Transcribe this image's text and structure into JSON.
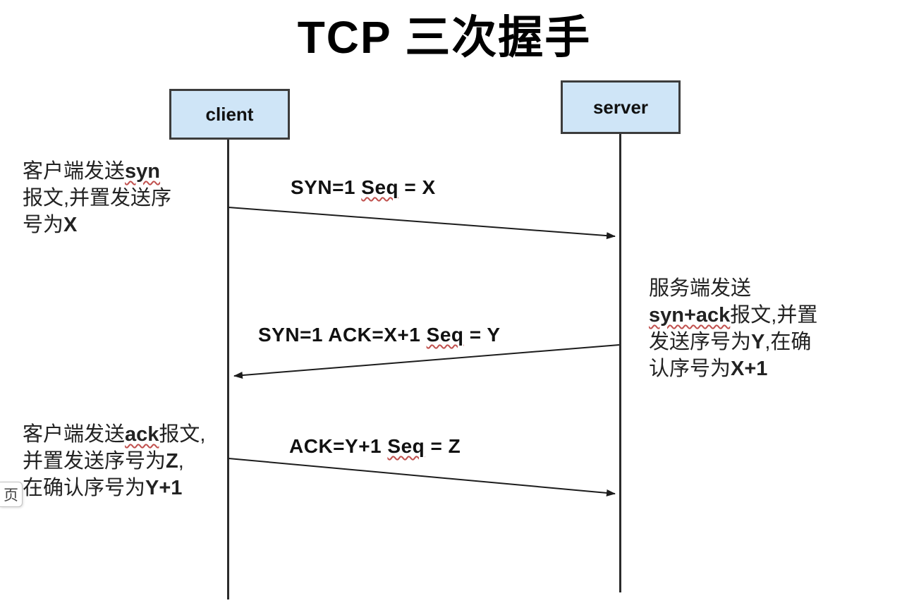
{
  "title": "TCP 三次握手",
  "colors": {
    "actor_fill": "#cfe5f7",
    "actor_border": "#3c3c3c",
    "line": "#1c1c1c",
    "squiggle": "#c0504d",
    "text": "#1a1a1a"
  },
  "actors": [
    {
      "id": "client",
      "label": "client"
    },
    {
      "id": "server",
      "label": "server"
    }
  ],
  "messages": [
    {
      "from": "client",
      "to": "server",
      "segments": [
        {
          "t": "SYN=1  "
        },
        {
          "t": "Seq",
          "sq": true
        },
        {
          "t": " = X"
        }
      ]
    },
    {
      "from": "server",
      "to": "client",
      "segments": [
        {
          "t": "SYN=1  ACK=X+1 "
        },
        {
          "t": "Seq",
          "sq": true
        },
        {
          "t": " = Y"
        }
      ]
    },
    {
      "from": "client",
      "to": "server",
      "segments": [
        {
          "t": "ACK=Y+1 "
        },
        {
          "t": "Seq",
          "sq": true
        },
        {
          "t": " = Z"
        }
      ]
    }
  ],
  "notes": [
    {
      "id": "client-syn",
      "lines": [
        [
          {
            "t": "客户端发送"
          },
          {
            "t": "syn",
            "b": true,
            "sq": true
          }
        ],
        [
          {
            "t": "报文,并置发送序"
          }
        ],
        [
          {
            "t": "号为"
          },
          {
            "t": "X",
            "b": true
          }
        ]
      ]
    },
    {
      "id": "server-synack",
      "lines": [
        [
          {
            "t": "服务端发送"
          }
        ],
        [
          {
            "t": "syn+ack",
            "b": true,
            "sq": true
          },
          {
            "t": "报文,并置"
          }
        ],
        [
          {
            "t": "发送序号为"
          },
          {
            "t": "Y",
            "b": true
          },
          {
            "t": ",在确"
          }
        ],
        [
          {
            "t": "认序号为"
          },
          {
            "t": "X+1",
            "b": true
          }
        ]
      ]
    },
    {
      "id": "client-ack",
      "lines": [
        [
          {
            "t": "客户端发送"
          },
          {
            "t": "ack",
            "b": true,
            "sq": true
          },
          {
            "t": "报文,"
          }
        ],
        [
          {
            "t": "并置发送序号为"
          },
          {
            "t": "Z",
            "b": true
          },
          {
            "t": ","
          }
        ],
        [
          {
            "t": "在确认序号为"
          },
          {
            "t": "Y+1",
            "b": true
          }
        ]
      ]
    }
  ],
  "side_tab": {
    "label": "页"
  }
}
